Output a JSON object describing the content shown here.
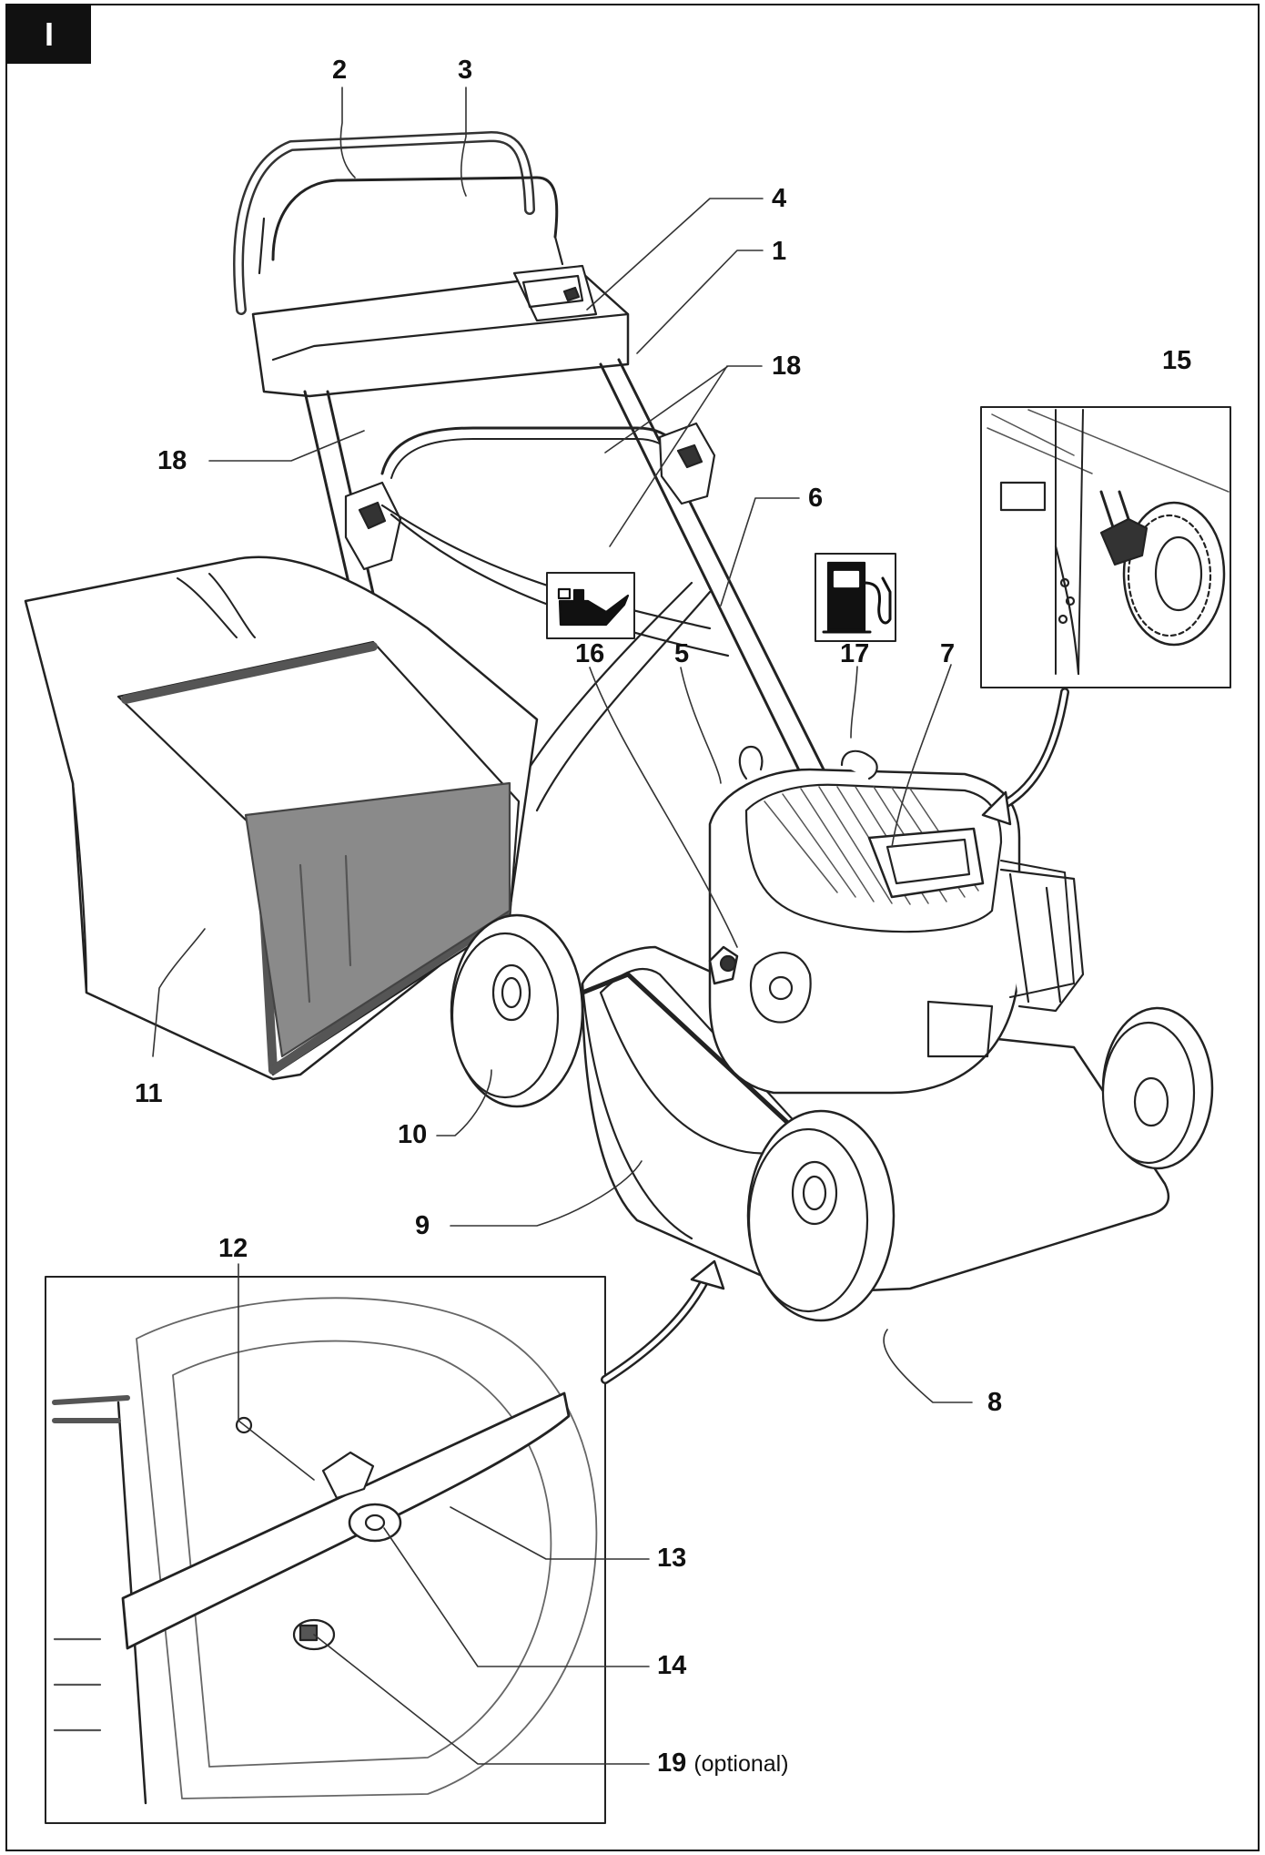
{
  "page_tab": "I",
  "callouts": [
    {
      "key": "c1",
      "text": "1"
    },
    {
      "key": "c2",
      "text": "2"
    },
    {
      "key": "c3",
      "text": "3"
    },
    {
      "key": "c4",
      "text": "4"
    },
    {
      "key": "c5",
      "text": "5"
    },
    {
      "key": "c6",
      "text": "6"
    },
    {
      "key": "c7",
      "text": "7"
    },
    {
      "key": "c8",
      "text": "8"
    },
    {
      "key": "c9",
      "text": "9"
    },
    {
      "key": "c10",
      "text": "10"
    },
    {
      "key": "c11",
      "text": "11"
    },
    {
      "key": "c12",
      "text": "12"
    },
    {
      "key": "c13",
      "text": "13"
    },
    {
      "key": "c14",
      "text": "14"
    },
    {
      "key": "c15",
      "text": "15"
    },
    {
      "key": "c16",
      "text": "16"
    },
    {
      "key": "c17",
      "text": "17"
    },
    {
      "key": "c18a",
      "text": "18"
    },
    {
      "key": "c18b",
      "text": "18"
    },
    {
      "key": "c19",
      "text": "19"
    }
  ],
  "optional_note": "(optional)",
  "icons": [
    "oil-can-icon",
    "fuel-pump-icon"
  ]
}
